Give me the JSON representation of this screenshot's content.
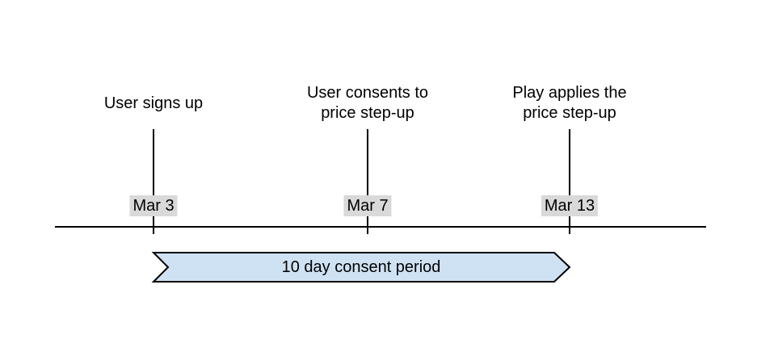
{
  "colors": {
    "banner_fill": "#cfe2f3",
    "banner_border": "#000000",
    "date_badge_bg": "#d9d9d9",
    "axis_line": "#000000",
    "text": "#000000"
  },
  "events": [
    {
      "label_lines": [
        "User signs up"
      ],
      "date": "Mar 3"
    },
    {
      "label_lines": [
        "User consents to",
        "price step-up"
      ],
      "date": "Mar 7"
    },
    {
      "label_lines": [
        "Play applies the",
        "price step-up"
      ],
      "date": "Mar 13"
    }
  ],
  "banner": {
    "label": "10 day consent period"
  }
}
